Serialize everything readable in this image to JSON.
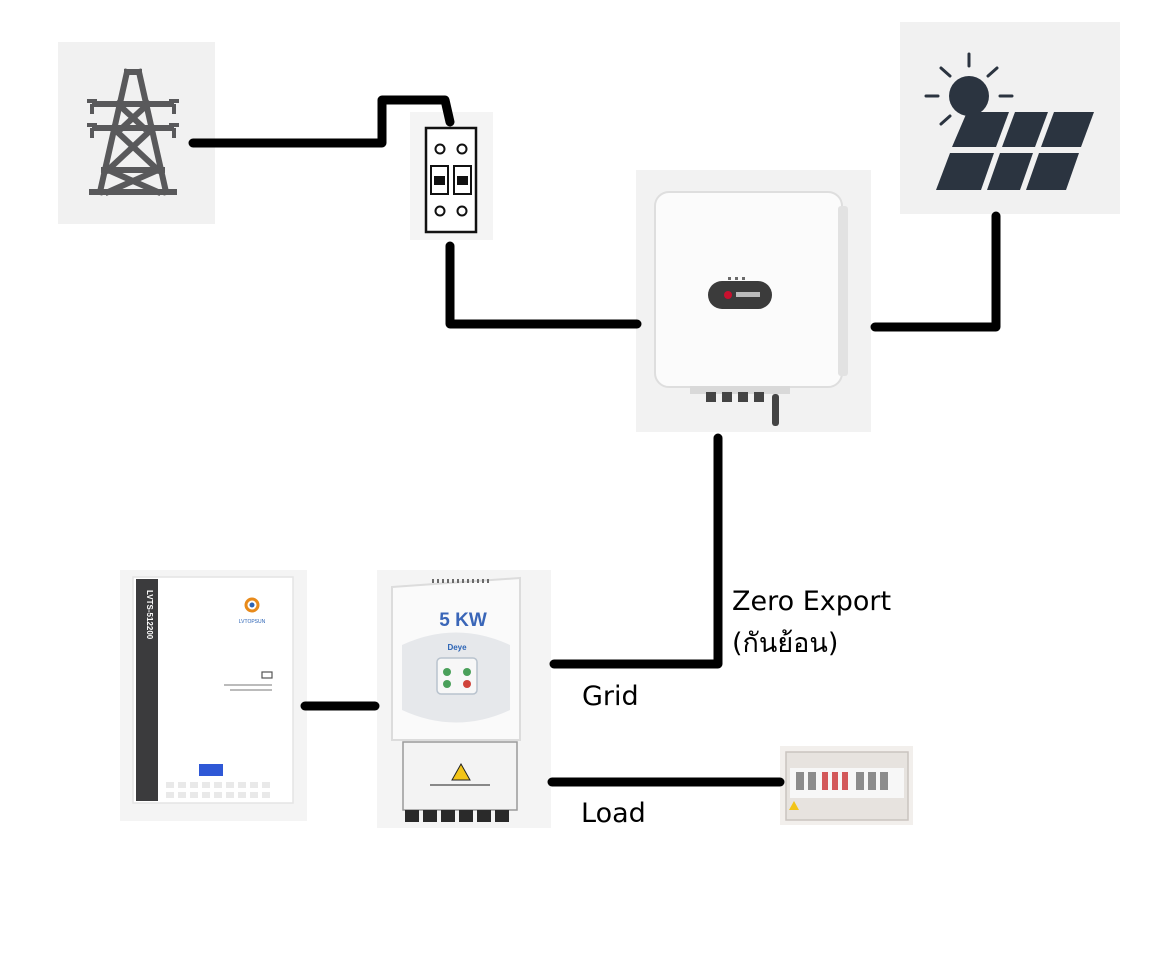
{
  "labels": {
    "zero_export_line1": "Zero Export",
    "zero_export_line2": "(กันย้อน)",
    "grid": "Grid",
    "load": "Load"
  },
  "hybrid_inverter": {
    "rating": "5 KW",
    "brand": "Deye"
  },
  "battery": {
    "model": "LVTS-512200",
    "brand": "LVTOPSUN"
  },
  "colors": {
    "wire": "#000000",
    "icon": "#59595b",
    "solar_panel": "#2b3440",
    "tile_bg": "#f1f1f1",
    "inverter_body": "#fbfbfb",
    "battery_stripe": "#3b3b3d",
    "rating_text": "#3a66b8",
    "warning_yellow": "#f2c418"
  }
}
